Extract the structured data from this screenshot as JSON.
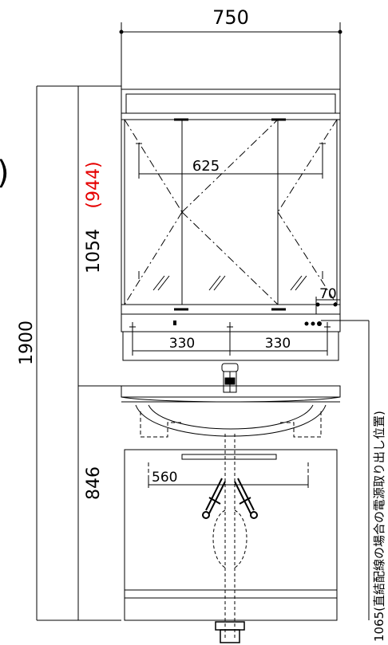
{
  "dimensions": {
    "width_overall": "750",
    "height_overall": "1900",
    "mirror_cabinet_height": "1054",
    "mirror_cabinet_height_alt": "(944)",
    "vanity_height": "846",
    "mirror_span": "625",
    "offset_right": "70",
    "spacing_left": "330",
    "spacing_right": "330",
    "drain_offset": "560"
  },
  "annotations": {
    "power_outlet_note": "1065(直結配線の場合の電源取り出し位置)",
    "cropped_mark": ")"
  },
  "colors": {
    "line": "#000000",
    "highlight": "#e60000"
  }
}
